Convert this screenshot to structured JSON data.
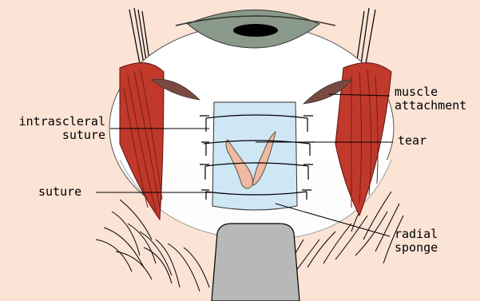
{
  "labels": {
    "intrascleral_line1": "intrascleral",
    "intrascleral_line2": "suture",
    "suture": "suture",
    "muscle_line1": "muscle",
    "muscle_line2": "attachment",
    "tear": "tear",
    "radial_line1": "radial",
    "radial_line2": "sponge"
  },
  "colors": {
    "background": "#fbe3d6",
    "sclera": "#ffffff",
    "muscle": "#c0392b",
    "muscle_stripe": "#7a1c12",
    "sponge": "#cfe6f5",
    "tear": "#f0b9a6",
    "instrument": "#b8b8b8",
    "iris": "#7a8a7a",
    "pupil": "#000000"
  }
}
